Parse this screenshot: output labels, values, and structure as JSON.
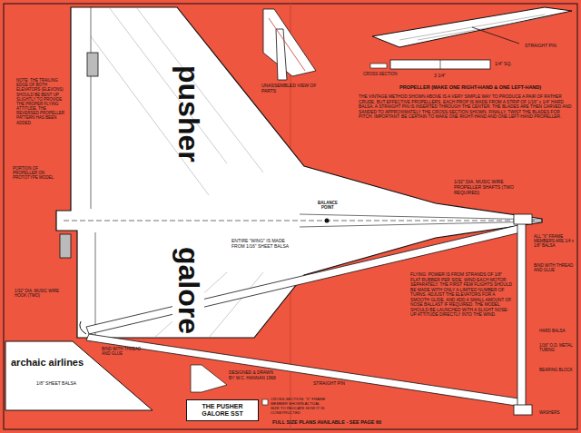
{
  "diagram": {
    "title": "THE PUSHER GALORE SST",
    "caption": "FULL SIZE PLANS AVAILABLE - SEE PAGE 60",
    "labels": [
      "pusher",
      "galore",
      "BALANCE POINT",
      "UNASSEMBLED VIEW OF PARTS",
      "STRAIGHT PIN",
      "PROPELLER (MAKE ONE RIGHT-HAND & ONE LEFT-HAND)",
      "THE VINTAGE METHOD SHOWN ABOVE IS A VERY SIMPLE WAY TO PRODUCE A PAIR OF RATHER CRUDE, BUT EFFECTIVE PROPELLERS. EACH PROP IS MADE FROM A STRIP OF 1/16\" x 1/4\" HARD BALSA. A STRAIGHT PIN IS INSERTED THROUGH THE CENTER. THE BLADES ARE THEN CARVED AND SANDED TO APPROXIMATELY THE CROSS-SECTION SHOWN. FINALLY, TWIST THE BLADES FOR PITCH. IMPORTANT: BE CERTAIN TO MAKE ONE RIGHT-HAND AND ONE LEFT-HAND PROPELLER.",
      "1/4\" SQ.",
      "3 1/4\"",
      "CROSS-SECTION",
      "NOTE: THE TRAILING EDGE OF BOTH ELEVATORS (ELEVONS) SHOULD BE BENT UP SLIGHTLY TO PROVIDE THE PROPER FLYING ATTITUDE. THE REVERSED PROPELLER PATTERN HAS BEEN ADDED.",
      "PORTION OF PROPELLER ON PROTOTYPE MODEL",
      "ENTIRE \"WING\" IS MADE FROM 1/16\" SHEET BALSA",
      "1/32\" DIA. MUSIC WIRE PROPELLER SHAFTS (TWO REQUIRED)",
      "ALL \"X\" FRAME MEMBERS ARE 1/4 x 1/8\" BALSA",
      "BIND WITH THREAD AND GLUE",
      "FLYING: POWER IS FROM STRANDS OF 1/8\" FLAT RUBBER PER SIDE. WIND EACH MOTOR SEPARATELY. THE FIRST FEW FLIGHTS SHOULD BE MADE WITH ONLY A LIMITED NUMBER OF TURNS. ADJUST THE ELEVATORS FOR A SMOOTH GLIDE, AND ADD A SMALL AMOUNT OF NOSE BALLAST IF REQUIRED. THE MODEL SHOULD BE LAUNCHED WITH A SLIGHT NOSE-UP ATTITUDE DIRECTLY INTO THE WIND.",
      "1/32\" DIA. MUSIC WIRE HOOK (TWO)",
      "BIND WITH THREAD AND GLUE",
      "archaic airlines",
      "1/8\" SHEET BALSA",
      "DESIGNED & DRAWN BY W.C. HANNAN 1968",
      "STRAIGHT PIN",
      "CROSS-SECTION: \"X\" FRAME MEMBER SHOWN ACTUAL SIZE TO INDICATE HOW IT IS CONSTRUCTED",
      "HARD BALSA",
      "1/16\" O.D. METAL TUBING",
      "BEARING BLOCK",
      "WASHERS"
    ]
  }
}
